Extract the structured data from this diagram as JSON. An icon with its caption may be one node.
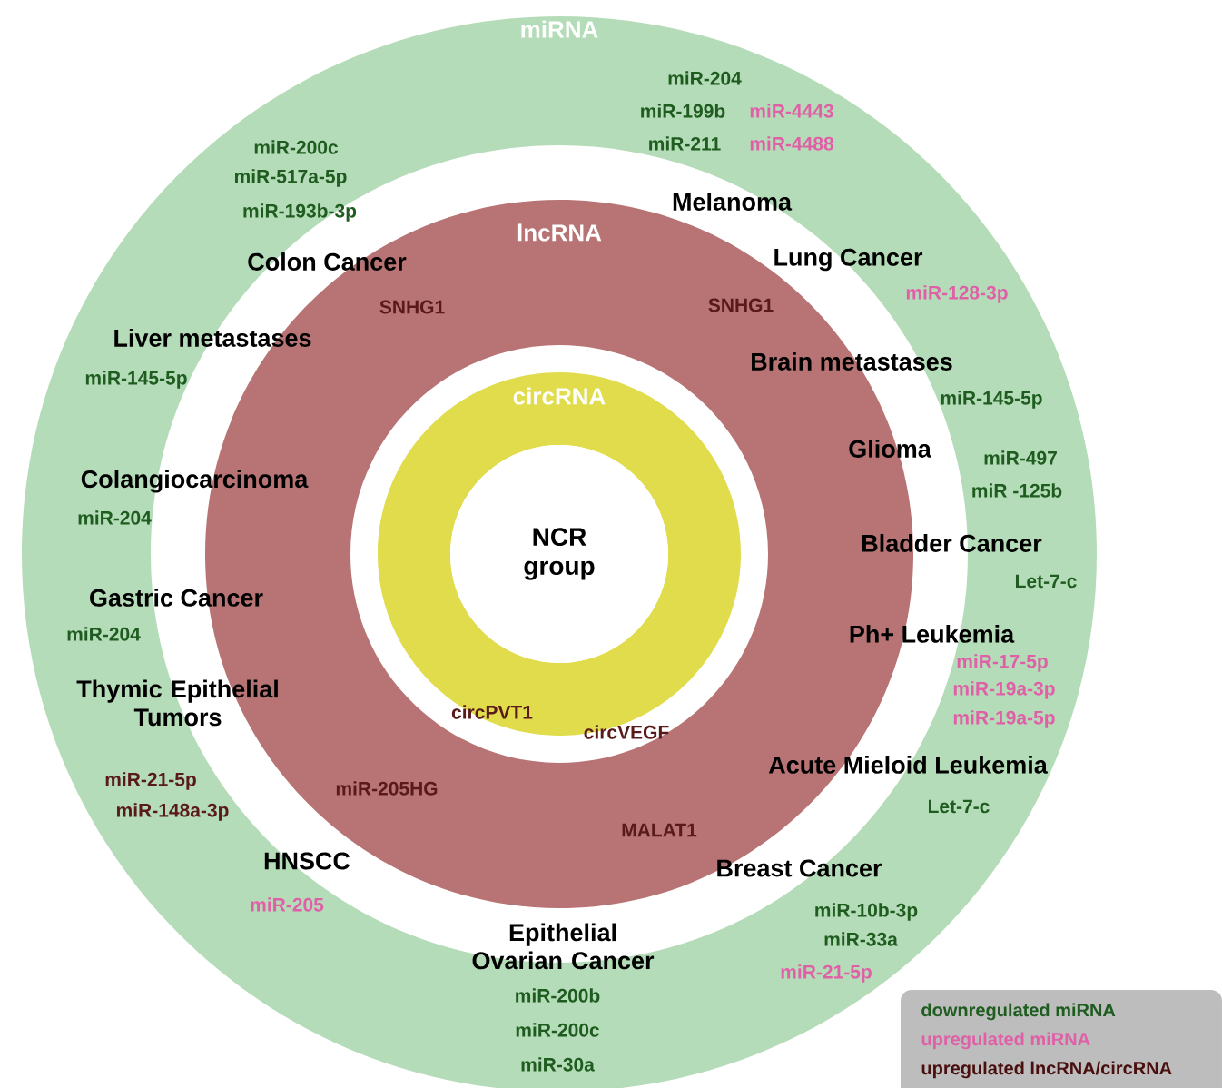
{
  "diagram": {
    "nodes": [
      {
        "text": [
          "miRNA"
        ]
      },
      {
        "text": [
          "lncRNA"
        ],
        "in": 0
      },
      {
        "text": [
          "circRNA"
        ],
        "in": 1
      },
      {
        "text": [
          "NCR group"
        ],
        "in": 2
      }
    ],
    "edges": [],
    "labels": [
      "miR-204",
      "miR-199b",
      "miR-4443",
      "miR-200c",
      "miR-211",
      "miR-4488",
      "miR-517a-5p",
      "miR-193b-3p",
      "Melanoma",
      "Colon Cancer",
      "Lung Cancer",
      "SNHG1",
      "SNHG1",
      "miR-128-3p",
      "Liver metastases",
      "Brain metastases",
      "miR-145-5p",
      "miR-145-5p",
      "Glioma",
      "miR-497",
      "miR -125b",
      "Colangiocarcinoma",
      "miR-204",
      "Bladder Cancer",
      "Let-7-c",
      "Gastric Cancer",
      "miR-204",
      "Ph+ Leukemia",
      "miR-17-5p",
      "miR-19a-3p",
      "miR-19a-5p",
      "Thymic Epithelial Tumors",
      "circPVT1",
      "circVEGF",
      "Acute Mieloid Leukemia",
      "miR-21-5p",
      "miR-205HG",
      "miR-148a-3p",
      "Let-7-c",
      "MALAT1",
      "HNSCC",
      "Breast Cancer",
      "miR-205",
      "miR-10b-3p",
      "Epithelial Ovarian Cancer",
      "miR-33a",
      "miR-21-5p",
      "miR-200b",
      "miR-200c",
      "miR-30a"
    ],
    "legend": [
      {
        "text": "downregulated miRNA",
        "color": "#1f5c1f"
      },
      {
        "text": "upregulated miRNA",
        "color": "#e060a8"
      },
      {
        "text": "upregulated lncRNA/circRNA",
        "color": "#4a1010"
      }
    ]
  }
}
